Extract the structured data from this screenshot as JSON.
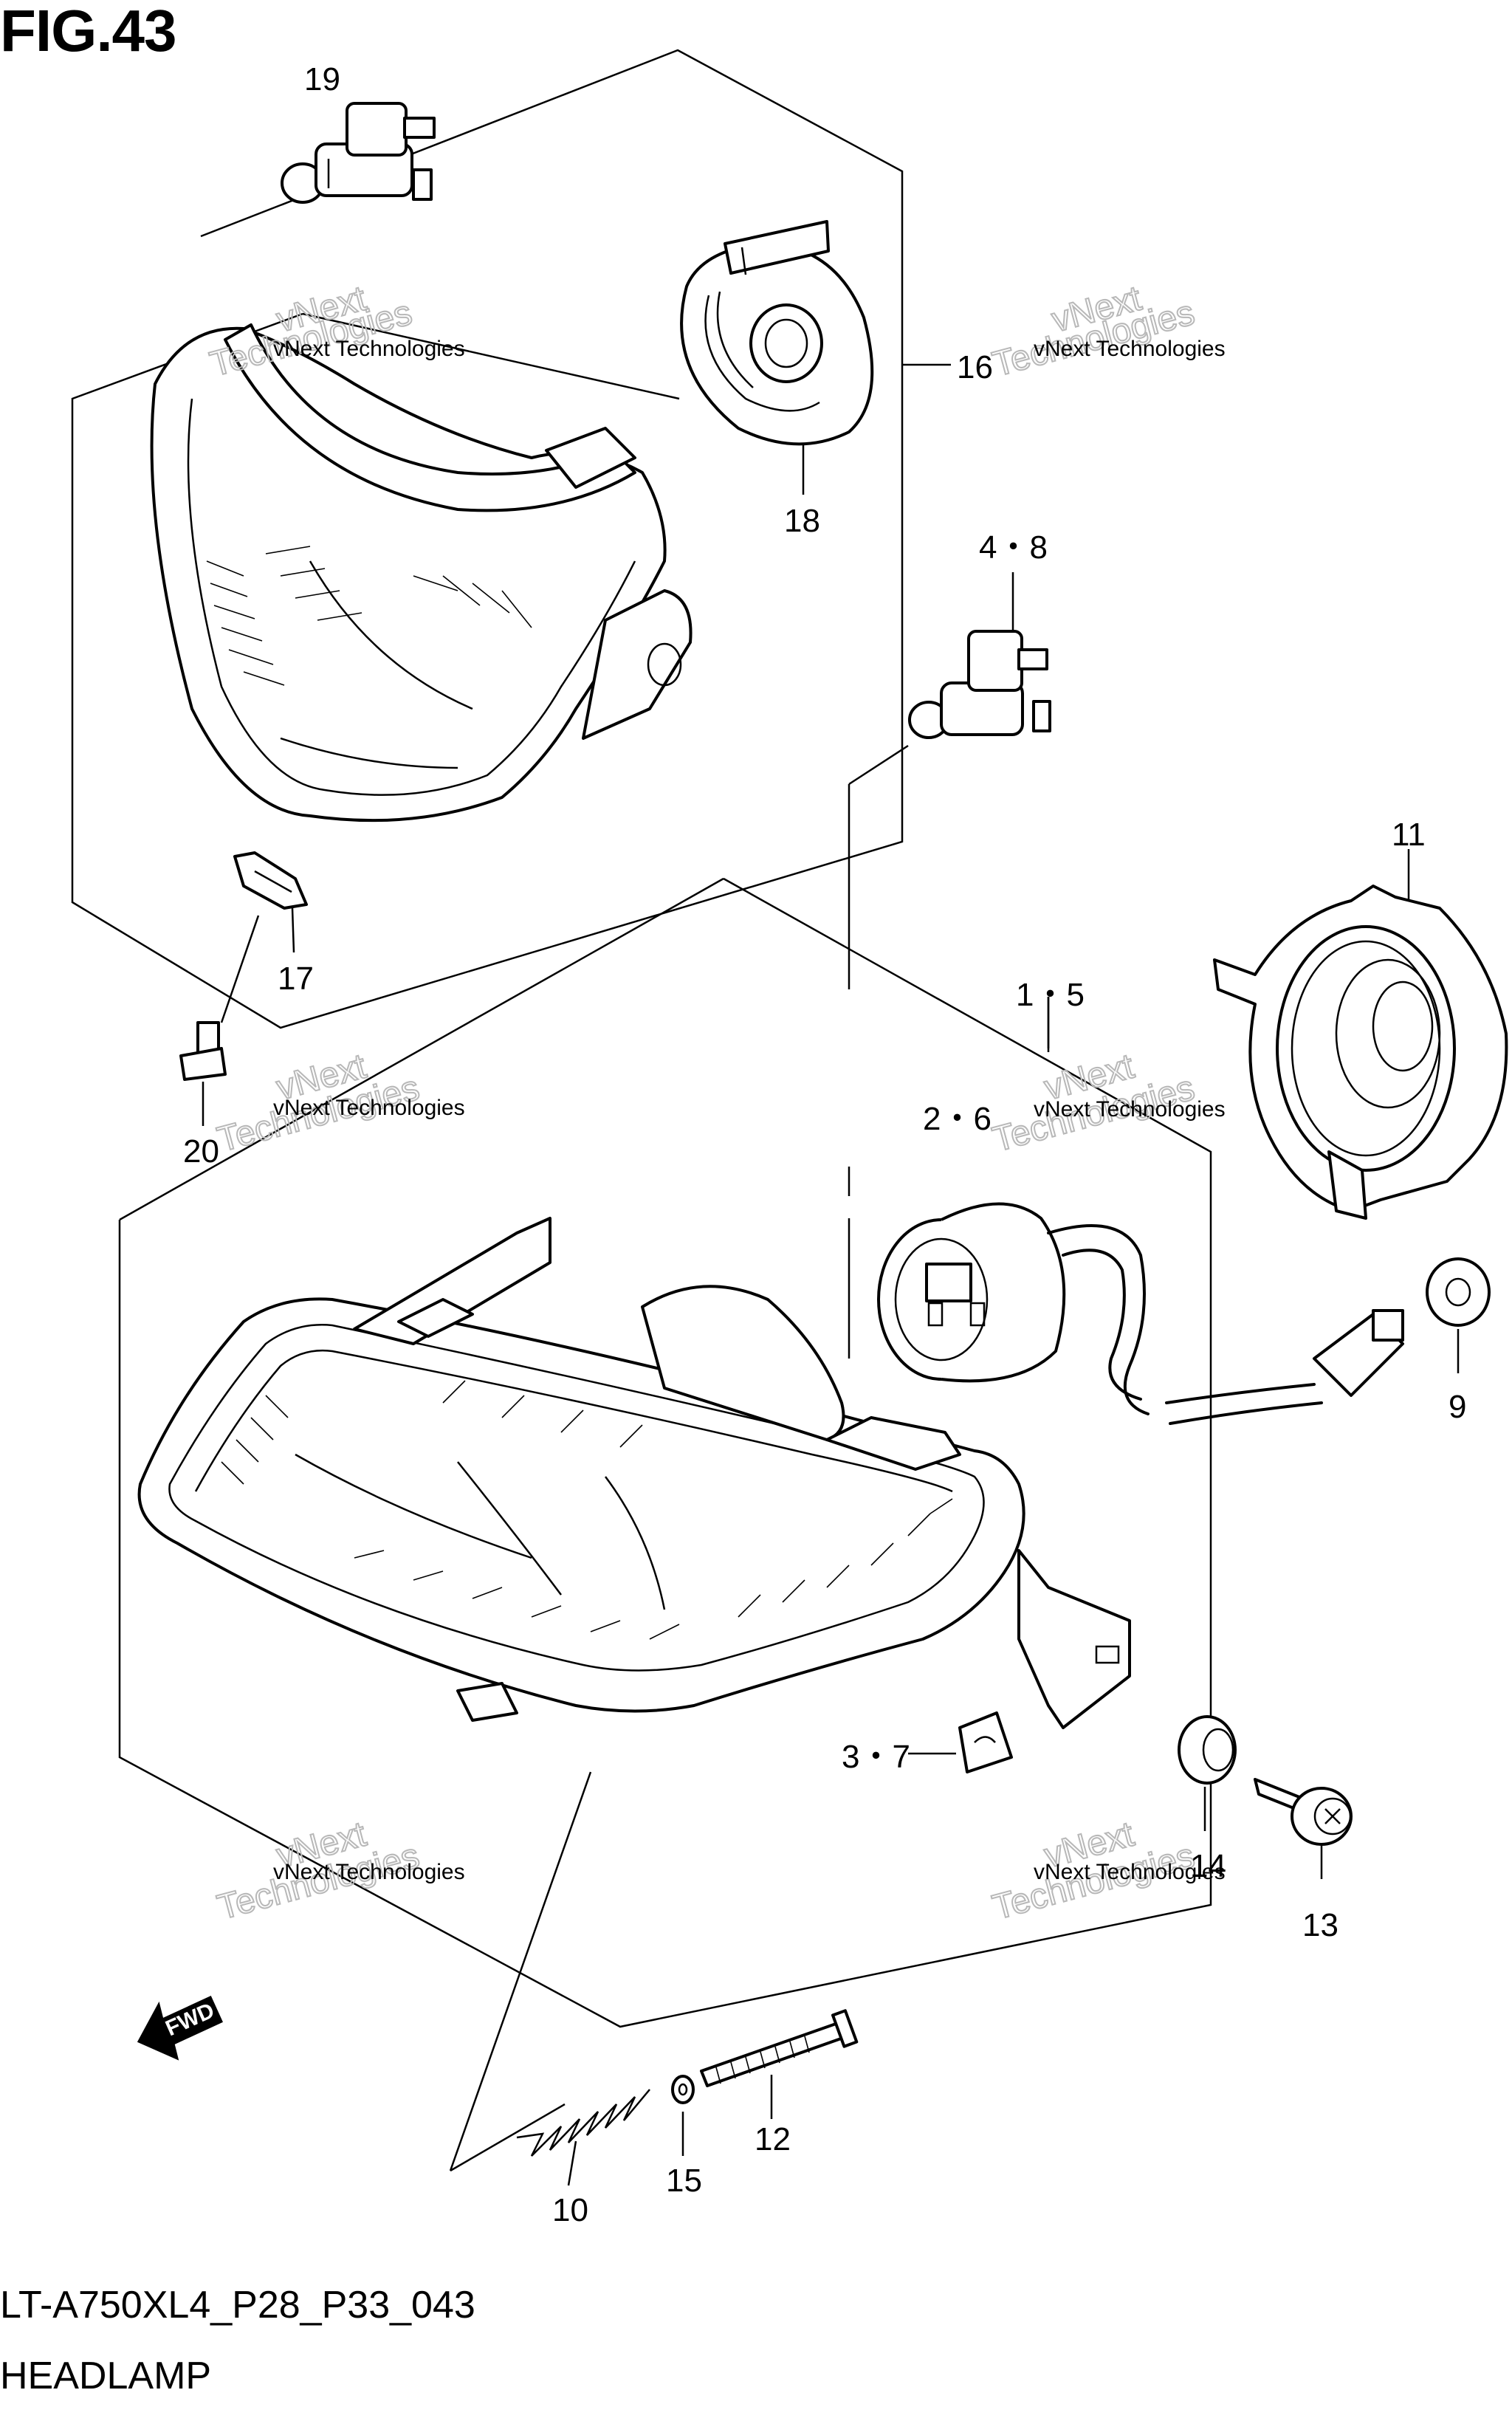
{
  "figure": {
    "title": "FIG.43"
  },
  "footer": {
    "code": "LT-A750XL4_P28_P33_043",
    "name": "HEADLAMP"
  },
  "callouts": [
    {
      "id": "c19",
      "text": "19"
    },
    {
      "id": "c16",
      "text": "16"
    },
    {
      "id": "c18",
      "text": "18"
    },
    {
      "id": "c4-8",
      "text": "4・8"
    },
    {
      "id": "c17",
      "text": "17"
    },
    {
      "id": "c11",
      "text": "11"
    },
    {
      "id": "c1-5",
      "text": "1・5"
    },
    {
      "id": "c20",
      "text": "20"
    },
    {
      "id": "c2-6",
      "text": "2・6"
    },
    {
      "id": "c9",
      "text": "9"
    },
    {
      "id": "c3-7",
      "text": "3・7"
    },
    {
      "id": "c14",
      "text": "14"
    },
    {
      "id": "c13",
      "text": "13"
    },
    {
      "id": "c12",
      "text": "12"
    },
    {
      "id": "c15",
      "text": "15"
    },
    {
      "id": "c10",
      "text": "10"
    }
  ],
  "watermark": {
    "line1": "vNext Technologies",
    "line2": "vNext",
    "line3": "Technologies"
  },
  "fwd_badge": "FWD",
  "colors": {
    "ink": "#000000",
    "background": "#ffffff",
    "watermark": "#b8b8b8"
  }
}
